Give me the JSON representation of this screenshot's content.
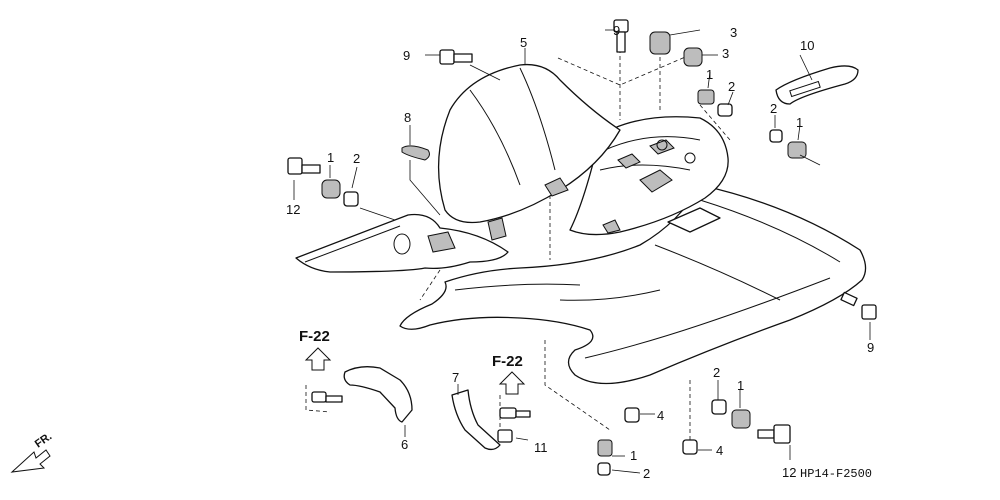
{
  "callouts": {
    "c1a": "1",
    "c1b": "1",
    "c1c": "1",
    "c1d": "1",
    "c1e": "1",
    "c2a": "2",
    "c2b": "2",
    "c2c": "2",
    "c2d": "2",
    "c2e": "2",
    "c3a": "3",
    "c3b": "3",
    "c4a": "4",
    "c4b": "4",
    "c5": "5",
    "c6": "6",
    "c7": "7",
    "c8": "8",
    "c9a": "9",
    "c9b": "9",
    "c9c": "9",
    "c10": "10",
    "c11": "11",
    "c12a": "12",
    "c12b": "12"
  },
  "refs": {
    "left": "F-22",
    "right": "F-22"
  },
  "direction_label": "FR.",
  "figure_code": "HP14-F2500"
}
